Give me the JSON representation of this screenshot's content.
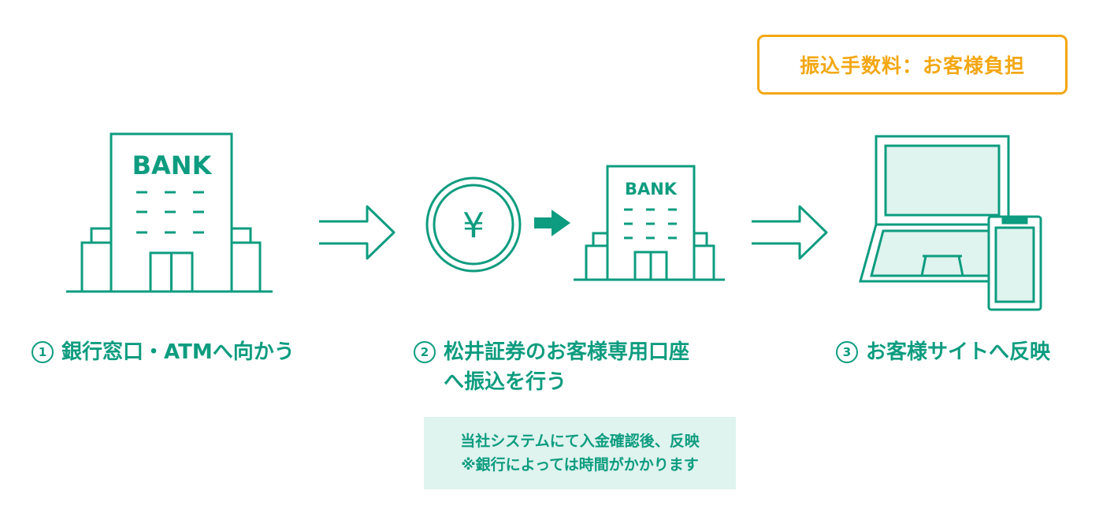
{
  "fee_label": "振込手数料：お客様負担",
  "bank_label_large": "BANK",
  "bank_label_small": "BANK",
  "yen_symbol": "¥",
  "steps": [
    {
      "number": "1",
      "text": "銀行窓口・ATMへ向かう"
    },
    {
      "number": "2",
      "text": "松井証券のお客様専用口座\nへ振込を行う"
    },
    {
      "number": "3",
      "text": "お客様サイトへ反映"
    }
  ],
  "note": {
    "line1": "当社システムにて入金確認後、反映",
    "line2": "※銀行によっては時間がかかります"
  },
  "colors": {
    "primary": "#0d9c7f",
    "accent": "#f3a712",
    "note_background": "#dff3ef",
    "screen_fill": "#dff3ef"
  },
  "icons": [
    "bank-building-icon",
    "hollow-arrow-icon",
    "yen-coin-icon",
    "solid-arrow-icon",
    "laptop-icon",
    "smartphone-icon"
  ]
}
